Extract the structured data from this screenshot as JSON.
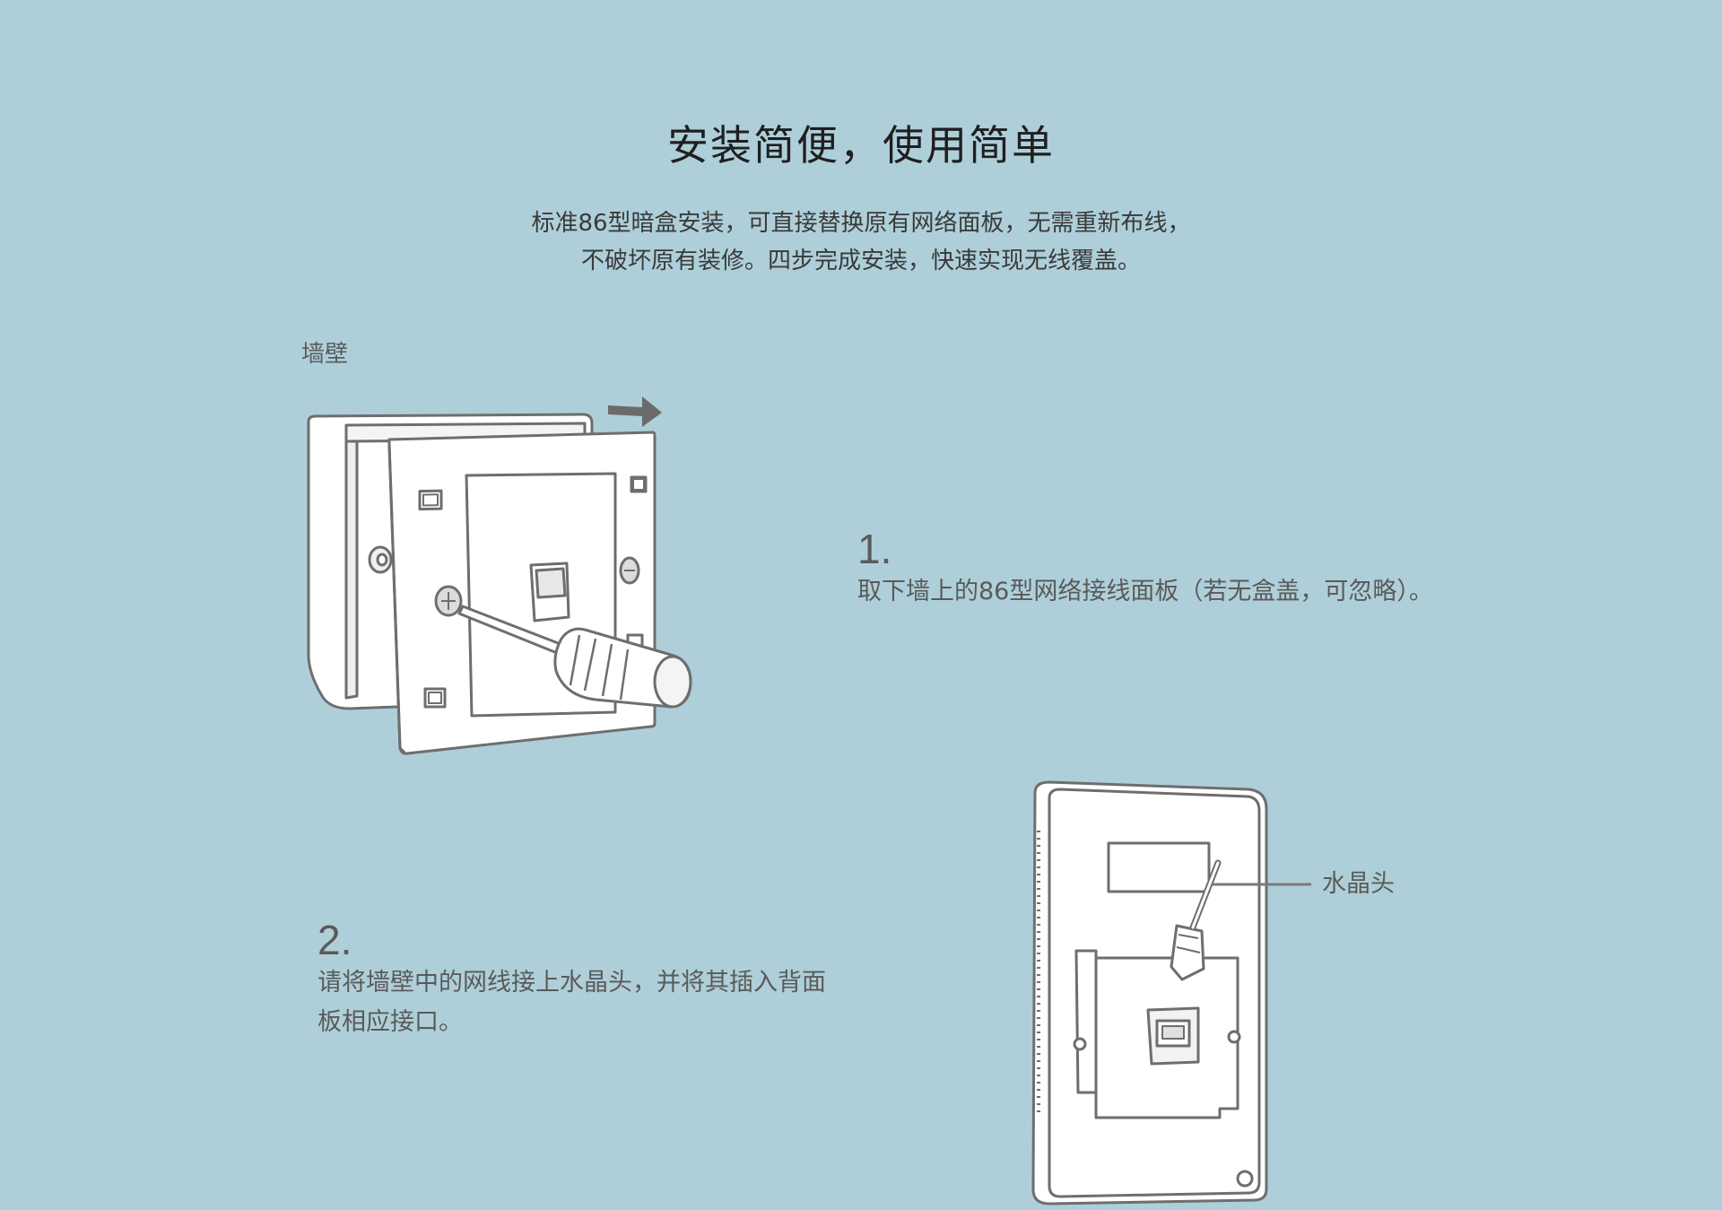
{
  "header": {
    "title": "安装简便，使用简单",
    "subtitle_lines": [
      "标准86型暗盒安装，可直接替换原有网络面板，无需重新布线，",
      "不破坏原有装修。四步完成安装，快速实现无线覆盖。"
    ]
  },
  "labels": {
    "wall": "墙壁",
    "crystal_head": "水晶头"
  },
  "steps": [
    {
      "number": "1.",
      "description": "取下墙上的86型网络接线面板（若无盒盖，可忽略）。"
    },
    {
      "number": "2.",
      "description_lines": [
        "请将墙壁中的网线接上水晶头，并将其插入背面",
        "板相应接口。"
      ]
    }
  ],
  "colors": {
    "background": "#aecfd9",
    "line_art": "#6e6e6e",
    "panel_fill": "#ffffff",
    "arrow": "#6b6b6b"
  }
}
